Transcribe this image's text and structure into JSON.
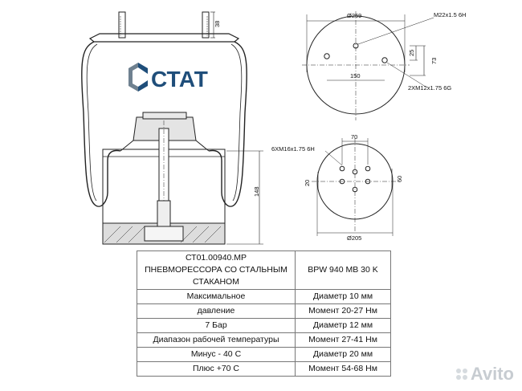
{
  "brand": {
    "logo_text": "СТАТ"
  },
  "dimensions": {
    "top_bolt_height": "38",
    "outer_diameter": "Ø259",
    "thread_top": "M22x1.5 6H",
    "offset_25": "25",
    "offset_73": "73",
    "spacing_150": "150",
    "thread_holes": "2XM12x1.75 6G",
    "height_148": "148",
    "bottom_threads": "6XM16x1.75 6H",
    "spacing_70": "70",
    "spacing_20": "20",
    "spacing_60": "60",
    "bottom_diameter": "Ø205"
  },
  "table": {
    "rows": [
      {
        "left": "СТ01.00940.МР\nПНЕВМОРЕССОРА СО СТАЛЬНЫМ\nСТАКАНОМ",
        "right": "BPW 940 MB 30 K"
      },
      {
        "left": "Максимальное",
        "right": "Диаметр 10 мм"
      },
      {
        "left": "давление",
        "right": "Момент 20-27 Нм"
      },
      {
        "left": "7 Бар",
        "right": "Диаметр 12 мм"
      },
      {
        "left": "Диапазон рабочей температуры",
        "right": "Момент 27-41 Нм"
      },
      {
        "left": "Минус - 40 С",
        "right": "Диаметр 20 мм"
      },
      {
        "left": "Плюс +70 С",
        "right": "Момент 54-68 Нм"
      }
    ]
  },
  "watermark": {
    "text": "Avito"
  },
  "colors": {
    "logo_blue": "#1f4e7a",
    "logo_gray": "#6f8190",
    "line": "#222222"
  }
}
